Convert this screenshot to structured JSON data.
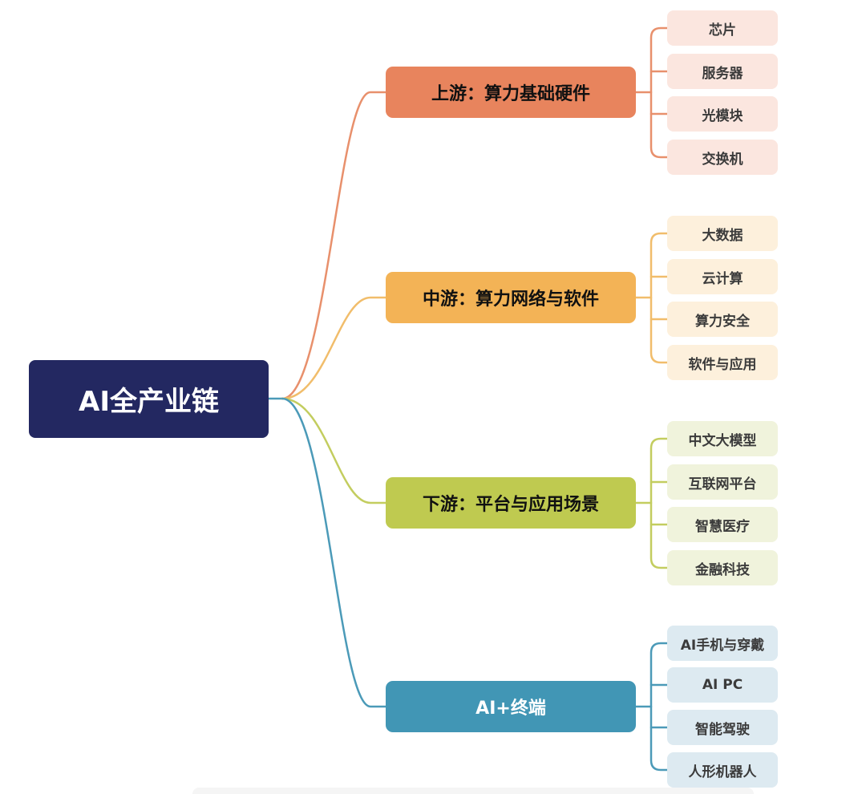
{
  "root": {
    "label": "AI全产业链",
    "color": "#232861",
    "text_color": "#ffffff"
  },
  "branches": [
    {
      "label": "上游：算力基础硬件",
      "color": "#e8845d",
      "text_color": "#111111",
      "leaf_bg": "#fbe6df",
      "line_color": "#e8906c",
      "leaves": [
        "芯片",
        "服务器",
        "光模块",
        "交换机"
      ]
    },
    {
      "label": "中游：算力网络与软件",
      "color": "#f3b356",
      "text_color": "#111111",
      "leaf_bg": "#fdf0dc",
      "line_color": "#f1bd6b",
      "leaves": [
        "大数据",
        "云计算",
        "算力安全",
        "软件与应用"
      ]
    },
    {
      "label": "下游：平台与应用场景",
      "color": "#bfca50",
      "text_color": "#111111",
      "leaf_bg": "#f0f3dc",
      "line_color": "#c3cd5f",
      "leaves": [
        "中文大模型",
        "互联网平台",
        "智慧医疗",
        "金融科技"
      ]
    },
    {
      "label": "AI+终端",
      "color": "#4196b5",
      "text_color": "#ffffff",
      "leaf_bg": "#ddeaf1",
      "line_color": "#4b9ab8",
      "leaves": [
        "AI手机与穿戴",
        "AI PC",
        "智能驾驶",
        "人形机器人"
      ]
    }
  ]
}
